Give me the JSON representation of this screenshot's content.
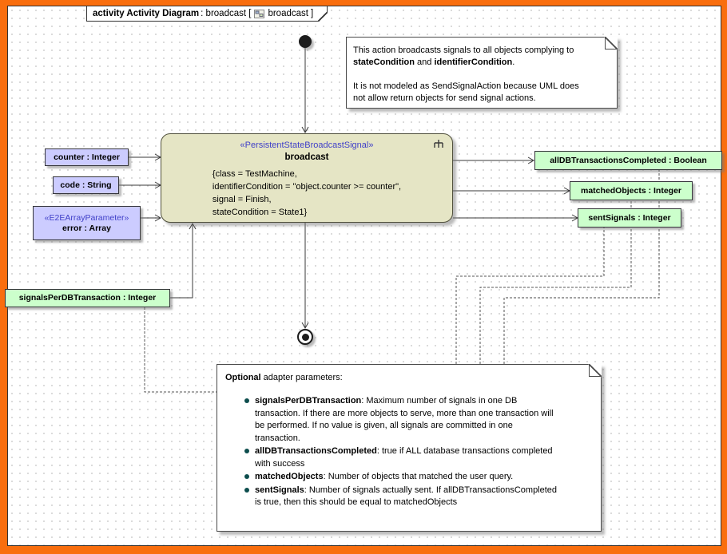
{
  "frame": {
    "keyword_title": "activity Activity Diagram",
    "name_part": ": broadcast [",
    "param_part": "broadcast",
    "close_bracket": "]"
  },
  "action": {
    "stereotype": "«PersistentStateBroadcastSignal»",
    "name": "broadcast",
    "body_lines": [
      "{class = TestMachine,",
      "identifierCondition = \"object.counter >= counter\",",
      "signal = Finish,",
      "stateCondition = State1}"
    ]
  },
  "pins": {
    "counter": "counter : Integer",
    "code": "code : String",
    "error_stereotype": "«E2EArrayParameter»",
    "error": "error : Array",
    "signals_per_db": "signalsPerDBTransaction : Integer",
    "all_db": "allDBTransactionsCompleted : Boolean",
    "matched": "matchedObjects : Integer",
    "sent": "sentSignals : Integer"
  },
  "note_top": {
    "s1": "This action broadcasts signals to all objects complying to\n",
    "s2": "stateCondition",
    "s3": " and ",
    "s4": "identifierCondition",
    "s5": ".",
    "p2": "It is not modeled as SendSignalAction because UML does\nnot allow return objects for send signal actions."
  },
  "note_bottom": {
    "heading_bold": "Optional",
    "heading_rest": " adapter parameters:",
    "items": [
      {
        "name": "signalsPerDBTransaction",
        "text": ": Maximum number of signals in one DB\ntransaction. If there are more objects to serve, more than one transaction will\nbe performed. If no value is given, all signals are committed in one\ntransaction."
      },
      {
        "name": "allDBTransactionsCompleted",
        "text": ": true if ALL database transactions completed\nwith success"
      },
      {
        "name": "matchedObjects",
        "text": ": Number of objects that matched the user query."
      },
      {
        "name": "sentSignals",
        "text": ": Number of signals actually sent. If allDBTransactionsCompleted\nis true, then this should be equal to matchedObjects"
      }
    ]
  },
  "colors": {
    "desktop_orange": "#f96e0e",
    "action_fill": "#e5e5c5",
    "pin_fill": "#ccccff",
    "parameter_fill": "#ccffcc",
    "stereotype_blue": "#3f3fc8",
    "note_fill": "#ffffff",
    "bullet": "#0d4d4d"
  }
}
